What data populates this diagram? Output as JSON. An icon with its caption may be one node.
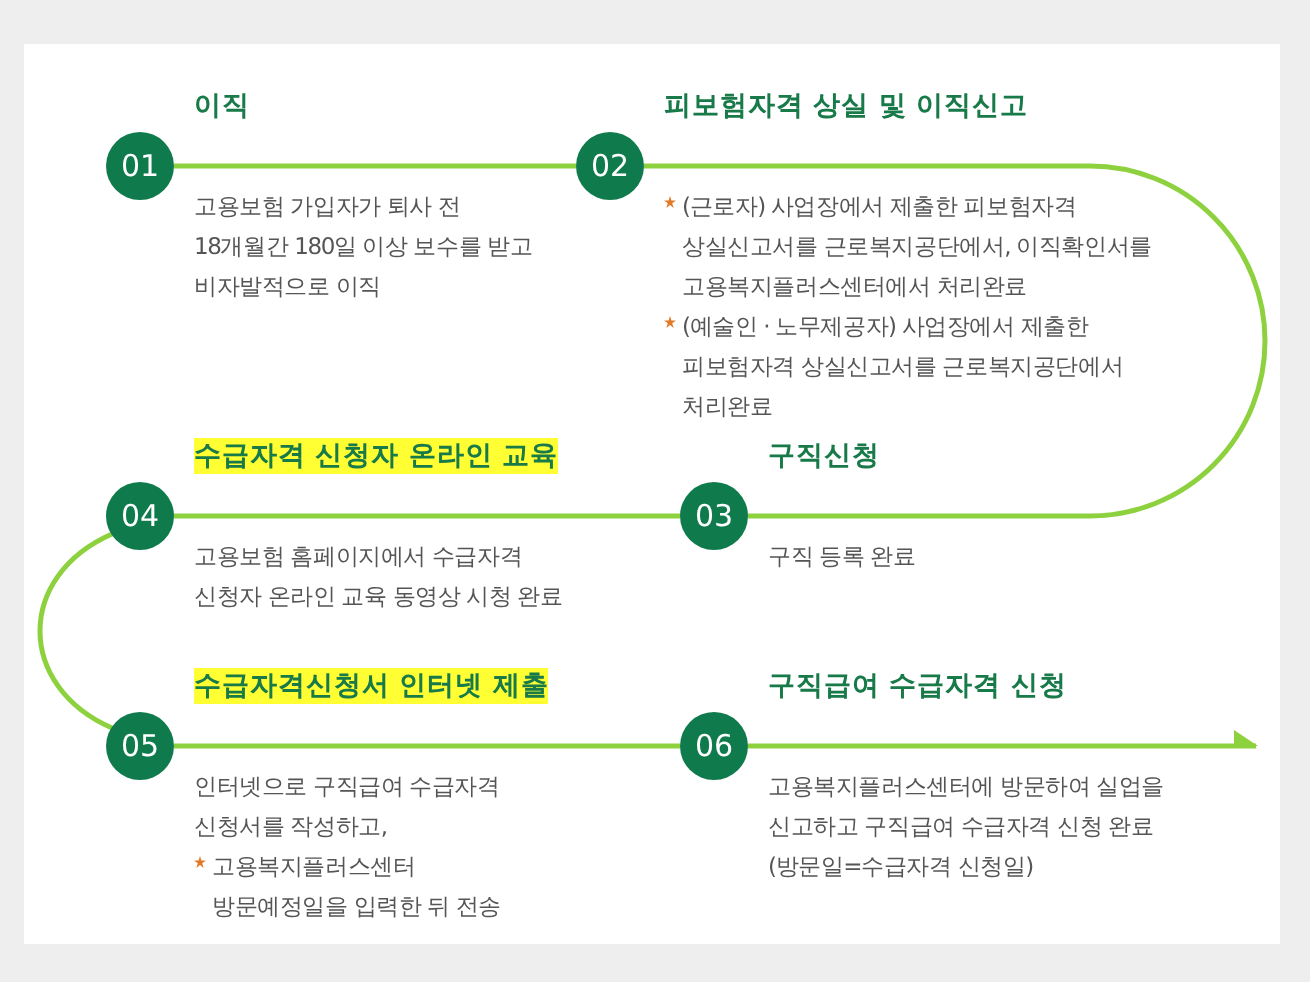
{
  "diagram": {
    "nodes": [
      {
        "text": [
          "01",
          "이직"
        ],
        "beside": [
          "고용보험 가입자가 퇴사 전 18개월간 180일 이상 보수를 받고 비자발적으로 이직"
        ]
      },
      {
        "text": [
          "02",
          "피보험자격 상실 및 이직신고"
        ],
        "beside": [
          "(근로자) 사업장에서 제출한 피보험자격 상실신고서를 근로복지공단에서, 이직확인서를 고용복지플러스센터에서 처리완료",
          "(예술인 · 노무제공자) 사업장에서 제출한 피보험자격 상실신고서를 근로복지공단에서 처리완료"
        ]
      },
      {
        "text": [
          "03",
          "구직신청"
        ],
        "beside": [
          "구직 등록 완료"
        ]
      },
      {
        "text": [
          "04",
          "수급자격 신청자 온라인 교육"
        ],
        "beside": [
          "고용보험 홈페이지에서 수급자격 신청자 온라인 교육 동영상 시청 완료"
        ]
      },
      {
        "text": [
          "05",
          "수급자격신청서 인터넷 제출"
        ],
        "beside": [
          "인터넷으로 구직급여 수급자격 신청서를 작성하고,",
          "고용복지플러스센터 방문예정일을 입력한 뒤 전송"
        ]
      },
      {
        "text": [
          "06",
          "구직급여 수급자격 신청"
        ],
        "beside": [
          "고용복지플러스센터에 방문하여 실업을 신고하고 구직급여 수급자격 신청 완료 (방문일=수급자격 신청일)"
        ]
      }
    ],
    "edges": [
      {
        "from": 0,
        "to": 1,
        "arrow": "none"
      },
      {
        "from": 1,
        "to": 2,
        "arrow": "none"
      },
      {
        "from": 2,
        "to": 3,
        "arrow": "none"
      },
      {
        "from": 3,
        "to": 4,
        "arrow": "none"
      },
      {
        "from": 4,
        "to": 5,
        "arrow": "none"
      },
      {
        "from": 5,
        "to": null,
        "arrow": "to"
      }
    ]
  }
}
